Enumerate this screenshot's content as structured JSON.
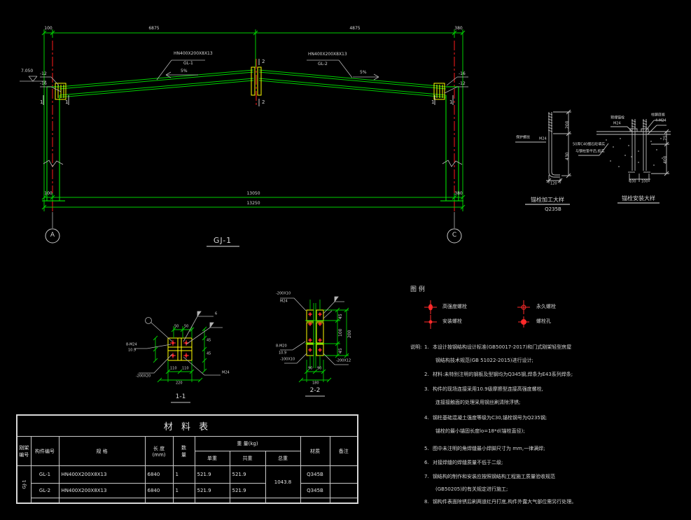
{
  "frame": {
    "title": "GJ-1",
    "axis_a": "A",
    "axis_c": "C",
    "dim_top_1": "100",
    "dim_top_2": "6875",
    "dim_top_3": "4875",
    "dim_top_4": "380",
    "dim_bot_left": "100",
    "dim_bot_mid": "13050",
    "dim_bot_right": "380",
    "dim_bot_overall": "13250",
    "elevation": "7.050",
    "rafter_left_size": "HN400X200X8X13",
    "rafter_left_name": "GL-1",
    "rafter_left_slope": "5%",
    "rafter_right_size": "HN400X200X8X13",
    "rafter_right_name": "GL-2",
    "rafter_right_slope": "5%",
    "plate_l1": "-12",
    "plate_l2": "-16",
    "plate_r1": "-16",
    "plate_r2": "-12",
    "mark_1": "1",
    "mark_2": "2"
  },
  "anchor_fab": {
    "title": "锚栓加工大样",
    "grade": "Q235B",
    "thread": "保护螺纹",
    "bolt": "M24",
    "dim_upper": "200",
    "dim_lower": "430",
    "dim_hook": "120"
  },
  "anchor_install": {
    "title": "锚栓安装大样",
    "embed": "预埋锚栓",
    "embed_bolt": "M24",
    "base_plate": "柱脚底板",
    "washer": "4-M24",
    "grout1": "50厚C40细石砼填实",
    "grout2": "与钢柱垫平后,捣实",
    "dim_top": "75",
    "dim_bot": "400",
    "dim_s1": "100",
    "dim_s2": "100"
  },
  "section1": {
    "title": "1-1",
    "bolt": "8-M24",
    "grade": "10.9",
    "plate": "-200X20",
    "weld": "6",
    "br": "M24",
    "dt1": "50",
    "dt2": "50",
    "dr1": "45",
    "dr2": "45",
    "db1": "110",
    "db2": "110",
    "db3": "220"
  },
  "section2": {
    "title": "2-2",
    "tl": "-200X10",
    "tl2": "M24",
    "bl": "8-M20",
    "bl2": "10.9",
    "bll": "-100X10",
    "br": "-200X12",
    "dr1": "45",
    "dr2": "100",
    "dr3": "45",
    "dr4": "200",
    "db1": "90",
    "db2": "90",
    "db3": "180"
  },
  "legend": {
    "title": "图  例",
    "item1": "高强度螺栓",
    "item2": "永久螺栓",
    "item3": "安装螺栓",
    "item4": "螺栓孔"
  },
  "notes": {
    "label": "说明:",
    "n1": "1.",
    "t1a": "本设计按钢结构设计标准(GB50017-2017)和门式刚架轻型房屋",
    "t1b": "钢结构技术规范(GB 51022-2015)进行设计;",
    "n2": "2.",
    "t2": "材料:未特别注明的钢板及型钢均为Q345钢,焊条为E43系列焊条;",
    "n3": "3.",
    "t3a": "构件的现场连接采用10.9级摩擦型连接高强度螺栓,",
    "t3b": "连接接触面的处理采用钢丝刷清除浮锈;",
    "n4": "4.",
    "t4a": "钢柱基础混凝土强度等级为C30,锚栓钢号为Q235钢;",
    "t4b": "锚栓的最小锚固长度lo=18*d(锚栓直径);",
    "n5": "5.",
    "t5": "图中未注明的角焊缝最小焊脚尺寸为 mm,一律满焊;",
    "n6": "6.",
    "t6": "对接焊缝的焊缝质量不低于二级;",
    "n7": "7.",
    "t7a": "钢结构的制作和安装应按照钢结构工程施工质量验收规范",
    "t7b": "(GB50205)的有关规定进行施工;",
    "n8": "8.",
    "t8": "钢构件表面除锈后刷两道红丹打底,构件外露大气部位需另行处理。"
  },
  "table": {
    "title": "材      料      表",
    "h_frame1": "刚架",
    "h_frame2": "编号",
    "h_member": "构件编号",
    "h_spec": "规  格",
    "h_len1": "长 度",
    "h_len2": "(mm)",
    "h_qty1": "数",
    "h_qty2": "量",
    "h_weight": "重  量(kg)",
    "h_unit": "单重",
    "h_sub": "共重",
    "h_total": "总重",
    "h_mat": "材质",
    "h_note": "备注",
    "frame_no": "GJ-1",
    "r1_member": "GL-1",
    "r1_spec": "HN400X200X8X13",
    "r1_len": "6840",
    "r1_qty": "1",
    "r1_unit": "521.9",
    "r1_sub": "521.9",
    "r1_mat": "Q345B",
    "r2_member": "GL-2",
    "r2_spec": "HN400X200X8X13",
    "r2_len": "6840",
    "r2_qty": "1",
    "r2_unit": "521.9",
    "r2_sub": "521.9",
    "r2_mat": "Q345B",
    "total": "1043.8"
  }
}
